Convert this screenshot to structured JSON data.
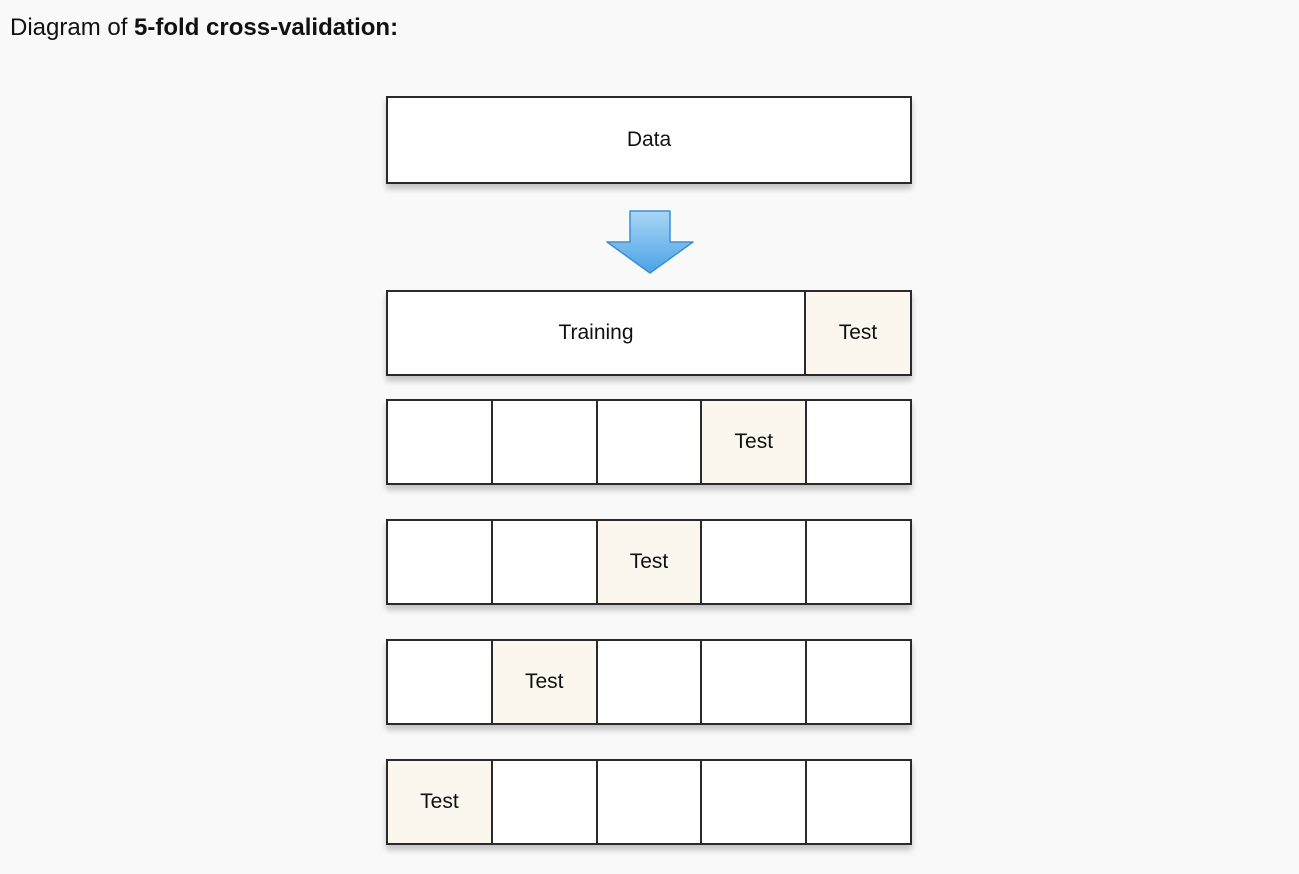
{
  "heading": {
    "prefix": "Diagram of ",
    "bold": "5-fold cross-validation:"
  },
  "data_box": {
    "label": "Data"
  },
  "folds": [
    {
      "training_label": "Training",
      "test_label": "Test"
    },
    {
      "test_label": "Test"
    },
    {
      "test_label": "Test"
    },
    {
      "test_label": "Test"
    },
    {
      "test_label": "Test"
    }
  ],
  "colors": {
    "test_fill": "#fbf6ee",
    "arrow_fill_top": "#a9d6f5",
    "arrow_fill_bottom": "#4ba3e6",
    "arrow_stroke": "#3d8fd1",
    "border": "#2a2a2a",
    "background": "#f9f9f9"
  },
  "icons": {
    "arrow": "down-arrow-icon"
  }
}
